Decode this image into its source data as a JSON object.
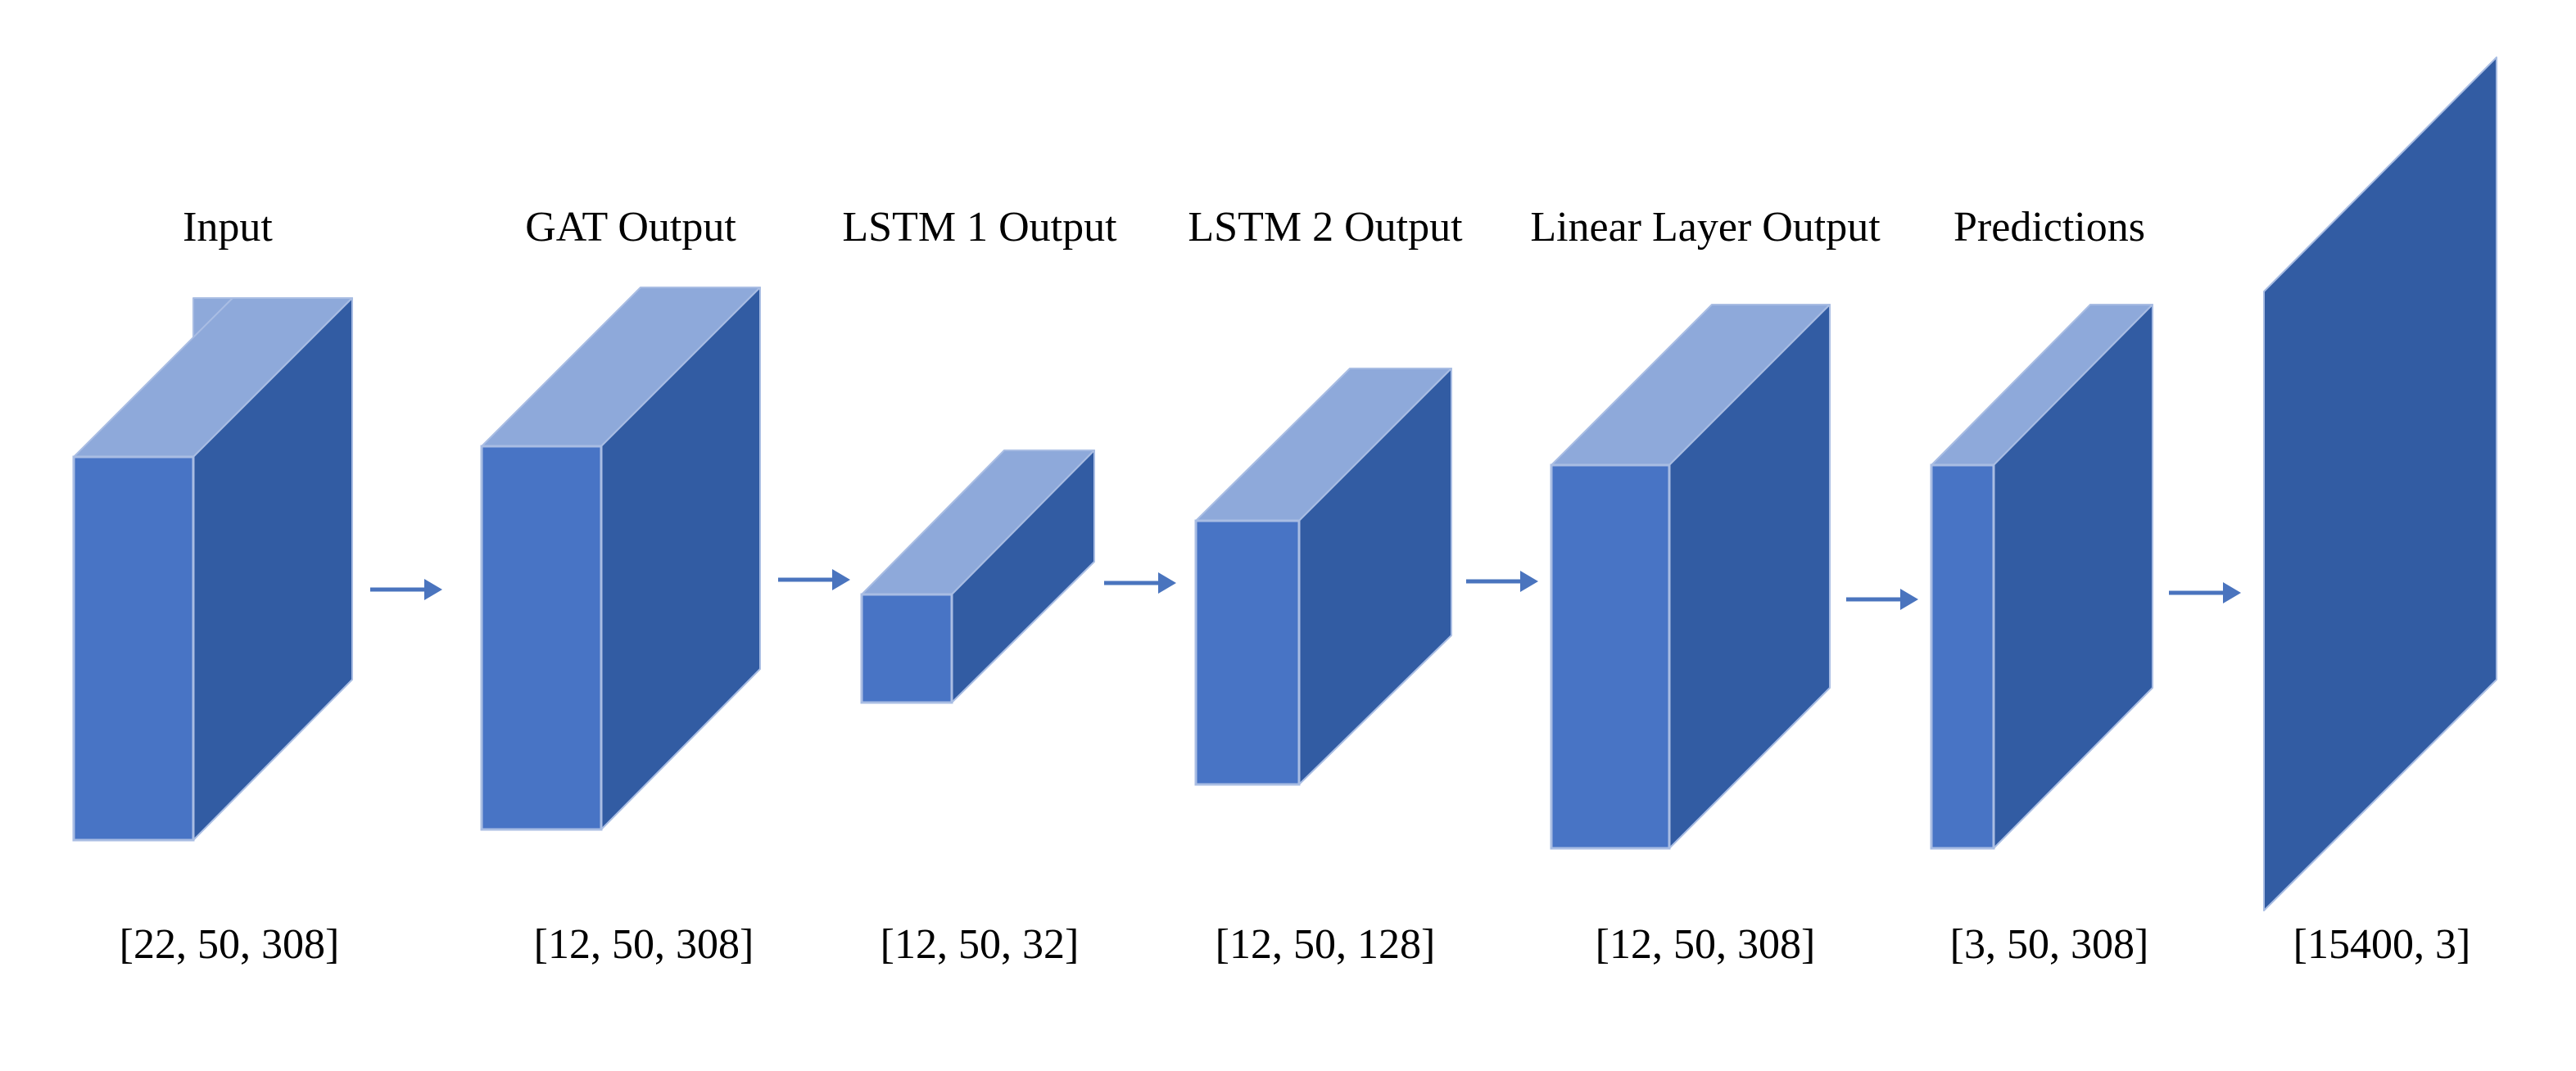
{
  "colors": {
    "front": "#4874C5",
    "top": "#8EA9DA",
    "side": "#325CA3",
    "edge": "#A9BDE3",
    "arrow": "#4A74BE",
    "background": "#FFFFFF"
  },
  "layers": [
    {
      "id": "input",
      "title": "Input",
      "shape": "[22, 50, 308]"
    },
    {
      "id": "gat",
      "title": "GAT Output",
      "shape": "[12, 50, 308]"
    },
    {
      "id": "lstm1",
      "title": "LSTM 1 Output",
      "shape": "[12, 50, 32]"
    },
    {
      "id": "lstm2",
      "title": "LSTM 2 Output",
      "shape": "[12, 50, 128]"
    },
    {
      "id": "linear",
      "title": "Linear Layer Output",
      "shape": "[12, 50, 308]"
    },
    {
      "id": "predictions",
      "title": "Predictions",
      "shape": "[3, 50, 308]"
    },
    {
      "id": "flat",
      "title": "",
      "shape": "[15400, 3]"
    }
  ]
}
